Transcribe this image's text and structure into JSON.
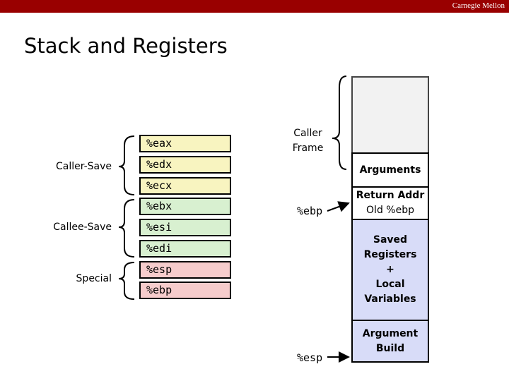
{
  "header": {
    "brand": "Carnegie Mellon"
  },
  "slide": {
    "title": "Stack and Registers"
  },
  "registers": [
    {
      "name": "%eax",
      "group": "caller-save",
      "color": "#f8f4c0"
    },
    {
      "name": "%edx",
      "group": "caller-save",
      "color": "#f8f4c0"
    },
    {
      "name": "%ecx",
      "group": "caller-save",
      "color": "#f8f4c0"
    },
    {
      "name": "%ebx",
      "group": "callee-save",
      "color": "#d8f0d0"
    },
    {
      "name": "%esi",
      "group": "callee-save",
      "color": "#d8f0d0"
    },
    {
      "name": "%edi",
      "group": "callee-save",
      "color": "#d8f0d0"
    },
    {
      "name": "%esp",
      "group": "special",
      "color": "#f6cccc"
    },
    {
      "name": "%ebp",
      "group": "special",
      "color": "#f6cccc"
    }
  ],
  "groups": {
    "caller_save": "Caller-Save",
    "callee_save": "Callee-Save",
    "special": "Special"
  },
  "stack": {
    "caller_frame_label": "Caller\nFrame",
    "arguments": "Arguments",
    "return_addr": "Return Addr",
    "old_ebp": "Old %ebp",
    "saved": "Saved\nRegisters\n+\nLocal\nVariables",
    "arg_build": "Argument\nBuild",
    "ebp_pointer": "%ebp",
    "esp_pointer": "%esp"
  }
}
